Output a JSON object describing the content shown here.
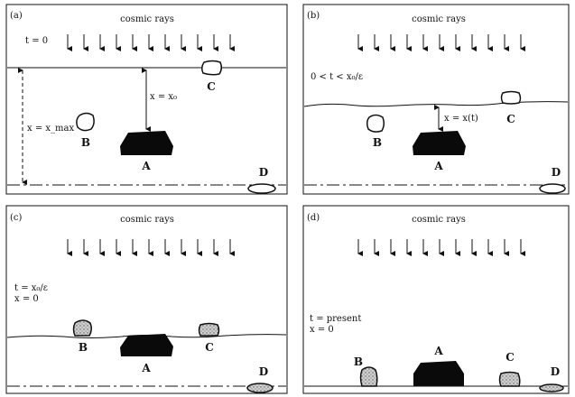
{
  "panels": [
    {
      "id": "(a)",
      "title": "cosmic rays",
      "condition": "t = 0",
      "depth_label": "x = x₀",
      "max_label": "x = x_max",
      "labels": {
        "A": "A",
        "B": "B",
        "C": "C",
        "D": "D"
      }
    },
    {
      "id": "(b)",
      "title": "cosmic rays",
      "condition": "0 < t < x₀/ε",
      "depth_label": "x = x(t)",
      "labels": {
        "A": "A",
        "B": "B",
        "C": "C",
        "D": "D"
      }
    },
    {
      "id": "(c)",
      "title": "cosmic rays",
      "condition_1": "t = x₀/ε",
      "condition_2": "x = 0",
      "labels": {
        "A": "A",
        "B": "B",
        "C": "C",
        "D": "D"
      }
    },
    {
      "id": "(d)",
      "title": "cosmic rays",
      "condition_1": "t = present",
      "condition_2": "x = 0",
      "labels": {
        "A": "A",
        "B": "B",
        "C": "C",
        "D": "D"
      }
    }
  ]
}
